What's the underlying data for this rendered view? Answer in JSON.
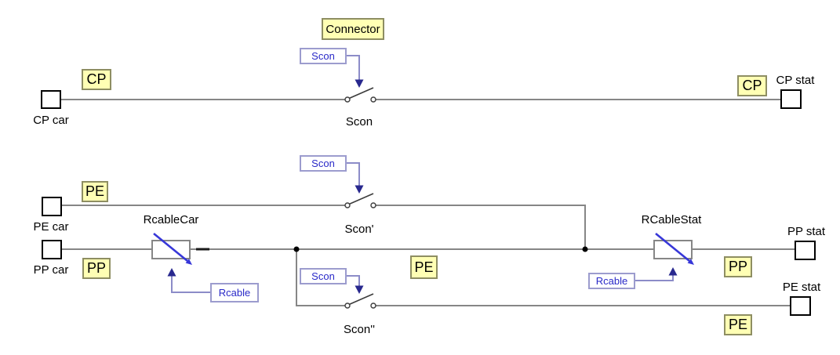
{
  "colors": {
    "wire": "#868686",
    "comp": "#3c3c3c",
    "term": "#1a1a1a",
    "tagFill": "#ffffb4",
    "tagBorder": "#8e8e62",
    "paramBorder": "#9c9cce",
    "paramText": "#2929c8",
    "ptrLine": "#8c8cc8",
    "ptrHead": "#28288e",
    "resBlue": "#3737d8"
  },
  "labels": {
    "cp_car": "CP car",
    "cp_stat": "CP stat",
    "pe_car": "PE car",
    "pp_car": "PP car",
    "pp_stat": "PP stat",
    "pe_stat": "PE stat",
    "scon": "Scon",
    "scon_prime": "Scon'",
    "scon_double": "Scon''",
    "rcable_car": "RcableCar",
    "rcable_stat": "RCableStat"
  },
  "tags": {
    "connector": "Connector",
    "cp_left": "CP",
    "cp_right": "CP",
    "pe_left": "PE",
    "pe_center": "PE",
    "pe_right": "PE",
    "pp_left": "PP",
    "pp_right": "PP"
  },
  "params": {
    "scon_top": "Scon",
    "scon_mid": "Scon",
    "scon_bottom": "Scon",
    "rcable_left": "Rcable",
    "rcable_right": "Rcable"
  }
}
